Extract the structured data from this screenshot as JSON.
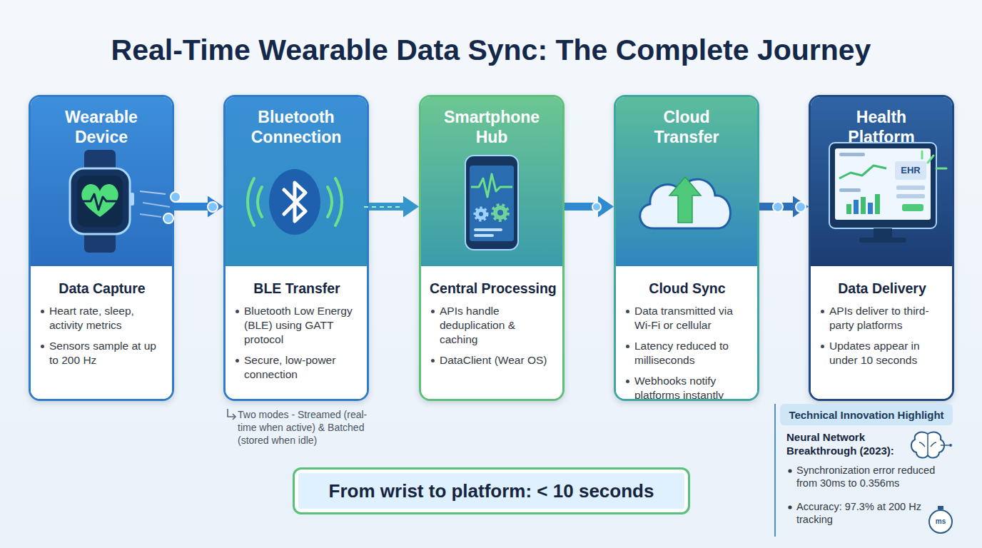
{
  "diagram": {
    "title": "Real-Time Wearable Data Sync: The Complete Journey",
    "nodes": [
      {
        "text": [
          "Wearable Device",
          "Data Capture",
          "Heart rate, sleep, activity metrics",
          "Sensors sample at up to 200 Hz"
        ]
      },
      {
        "text": [
          "Bluetooth Connection",
          "BLE Transfer",
          "Bluetooth Low Energy (BLE) using GATT protocol",
          "Secure, low-power connection"
        ]
      },
      {
        "text": [
          "Smartphone Hub",
          "Central Processing",
          "APIs handle deduplication & caching",
          "DataClient (Wear OS)"
        ]
      },
      {
        "text": [
          "Cloud Transfer",
          "Cloud Sync",
          "Data transmitted via Wi-Fi or cellular",
          "Latency reduced to milliseconds",
          "Webhooks notify platforms instantly"
        ]
      },
      {
        "text": [
          "Health Platform",
          "Data Delivery",
          "APIs deliver to third-party platforms",
          "Updates appear in under 10 seconds"
        ]
      },
      {
        "text": [
          "From wrist to platform: < 10 seconds"
        ]
      },
      {
        "text": [
          "Technical Innovation Highlight"
        ]
      }
    ],
    "edges": [
      {
        "from": 0,
        "to": 1,
        "arrow": "to"
      },
      {
        "from": 1,
        "to": 2,
        "arrow": "to"
      },
      {
        "from": 2,
        "to": 3,
        "arrow": "to"
      },
      {
        "from": 3,
        "to": 4,
        "arrow": "to"
      }
    ],
    "labels": [
      "EHR",
      "Two modes - Streamed (real-time when active) & Batched (stored when idle)",
      "Neural Network Breakthrough (2023):",
      "Synchronization error reduced from 30ms to 0.356ms",
      "Accuracy: 97.3% at 200 Hz tracking",
      "ms"
    ]
  }
}
